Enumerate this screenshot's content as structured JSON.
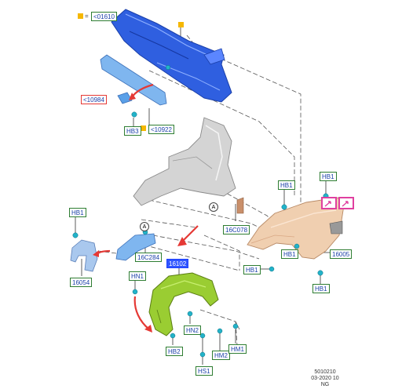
{
  "labels": {
    "l01610": "<01610",
    "l10984": "<10984",
    "hb3": "HB3",
    "l10922": "<10922",
    "hb1_a": "HB1",
    "hb1_b": "HB1",
    "hb1_left": "HB1",
    "c16c078": "16C078",
    "hb1_c": "HB1",
    "hb1_d": "HB1",
    "c16005": "16005",
    "hb1_e": "HB1",
    "c16c284": "16C284",
    "c16054": "16054",
    "c16102": "16102",
    "hn1": "HN1",
    "hn2": "HN2",
    "hb2": "HB2",
    "hm2": "HM2",
    "hm1": "HM1",
    "hs1": "HS1"
  },
  "callouts": {
    "a1": "A",
    "a2": "A"
  },
  "legend_eq": "=",
  "footer": {
    "line1": "5010210",
    "line2": "03-2020 10",
    "line3": "NG"
  },
  "colors": {
    "dash_panel": "#2f5fe0",
    "fender": "#f0cfb0",
    "liner": "#9acd32",
    "bracket": "#7fb6ef",
    "body_frame": "#d4d4d4",
    "arrow": "#e53935",
    "clip": "#22b3c9",
    "label_border": "#2e7d32"
  },
  "icons": [
    "connector-icon",
    "warning-icon"
  ]
}
